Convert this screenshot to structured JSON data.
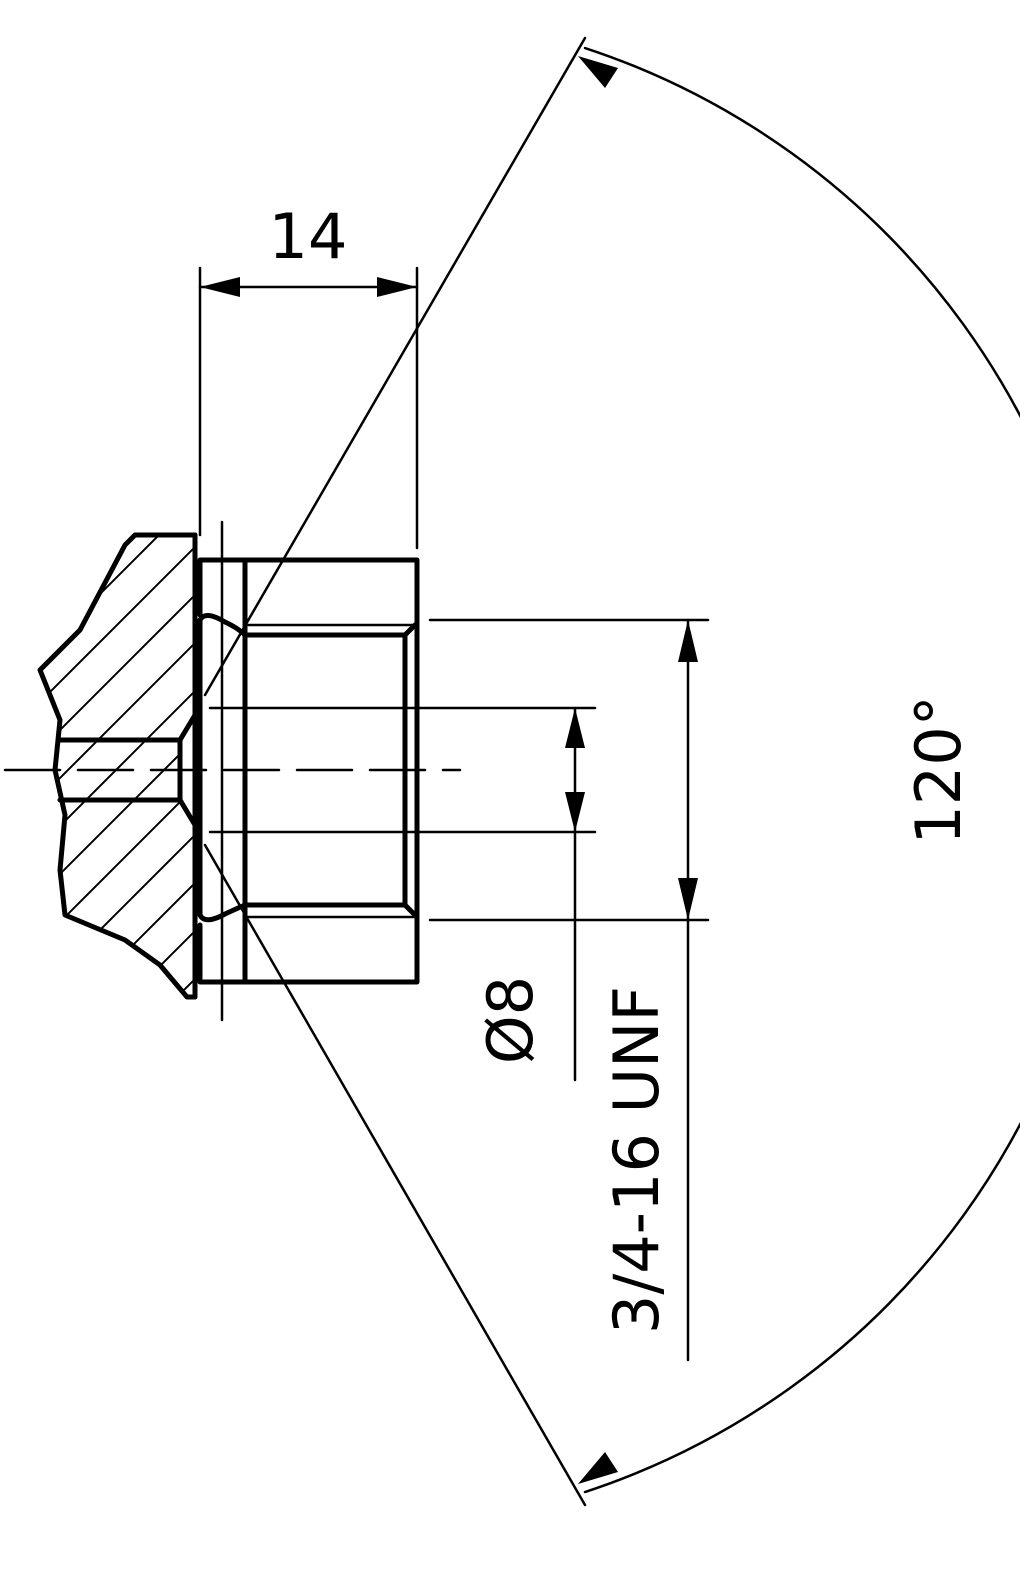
{
  "dimensions": {
    "depth": "14",
    "drill_diameter": "Ø8",
    "thread": "3/4-16 UNF",
    "angle": "120°"
  },
  "colors": {
    "line": "#000000",
    "background": "#ffffff"
  }
}
